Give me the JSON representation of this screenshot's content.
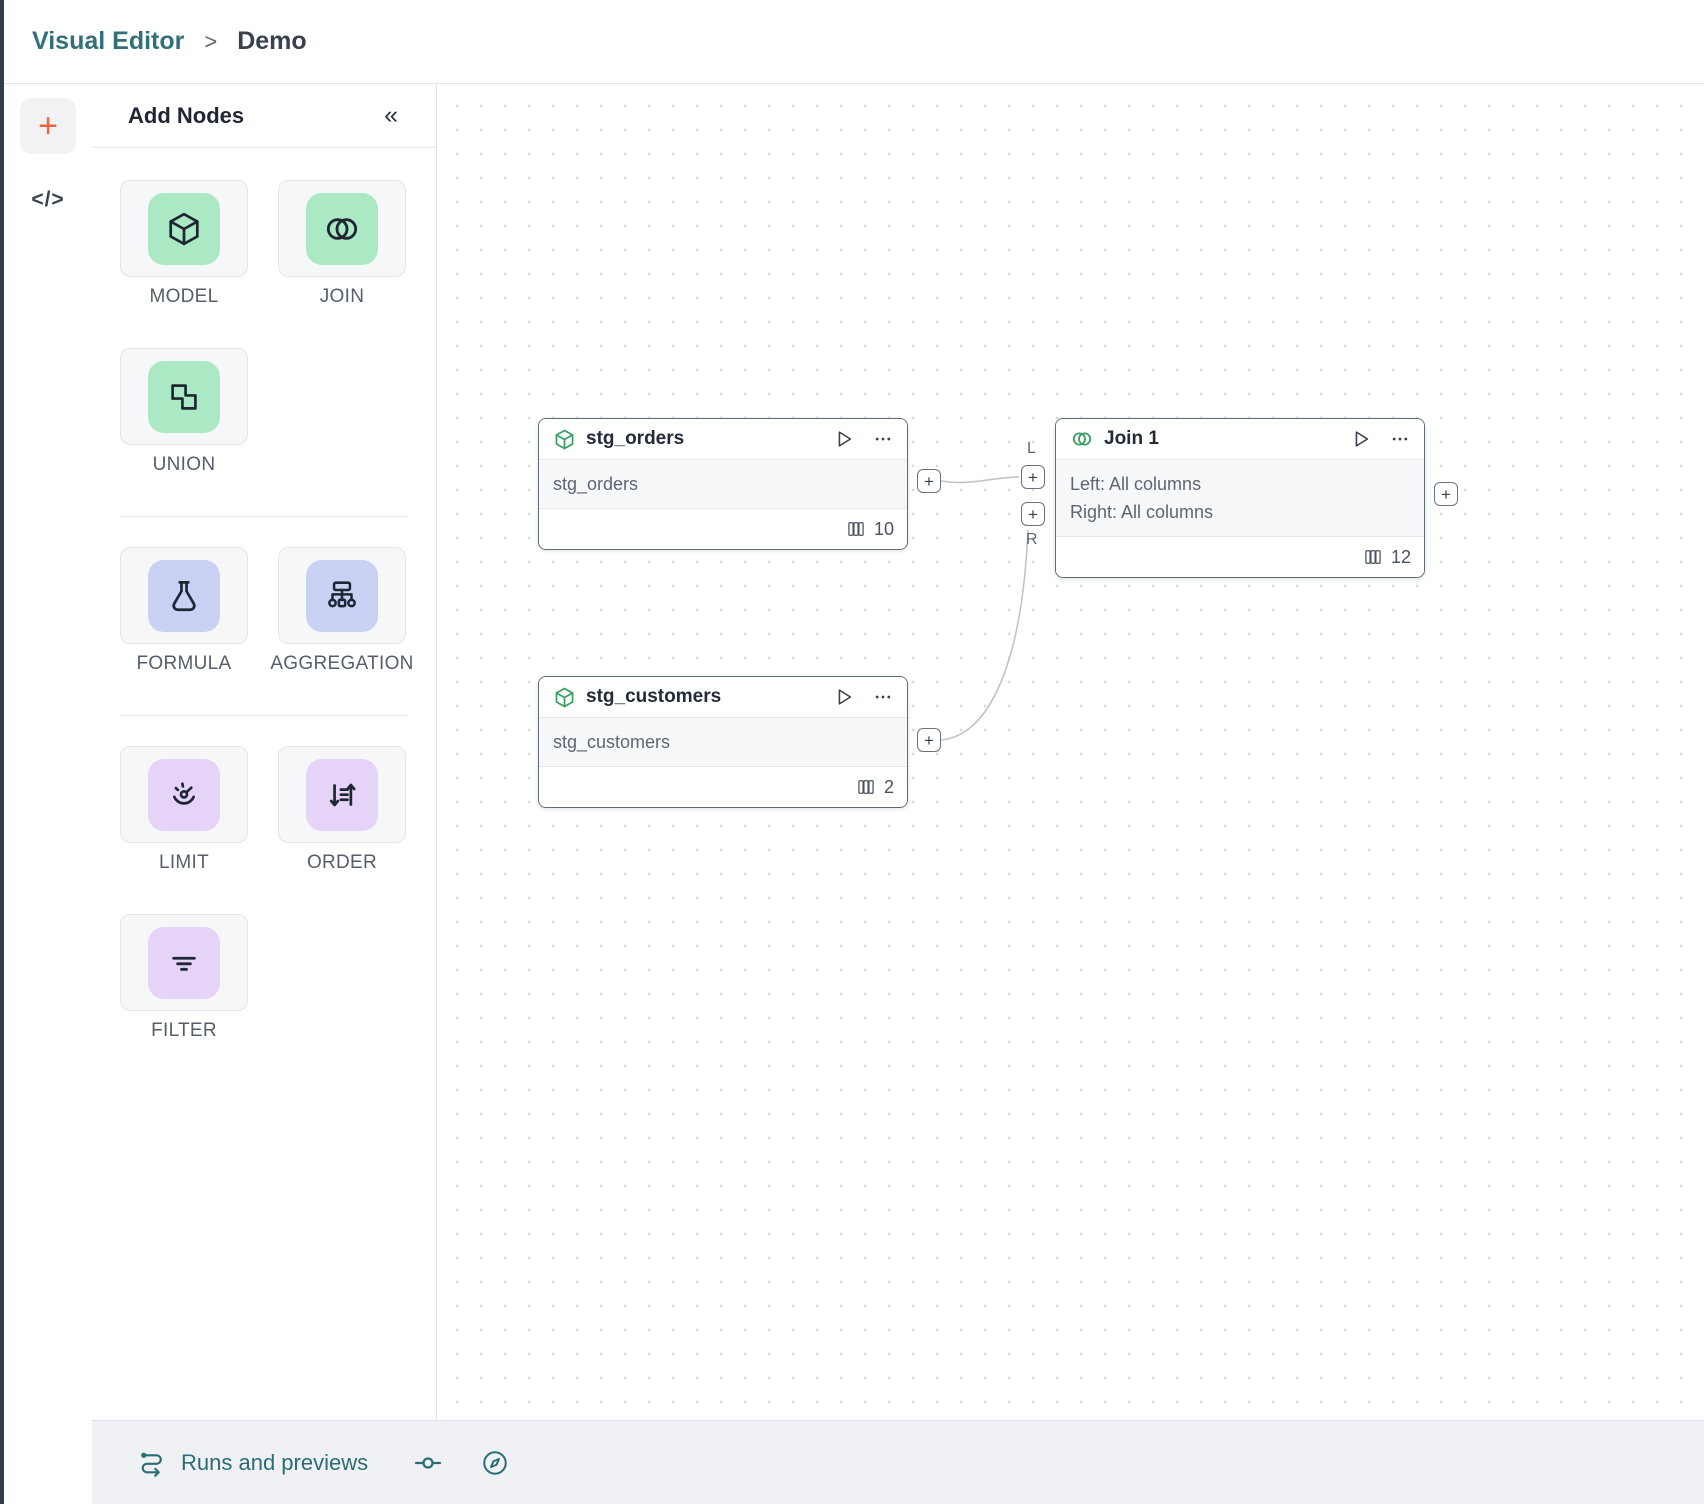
{
  "breadcrumb": {
    "section": "Visual Editor",
    "separator": ">",
    "page": "Demo"
  },
  "rail": {
    "add_label": "+",
    "code_label": "</>"
  },
  "panel": {
    "title": "Add Nodes",
    "collapse_icon": "«",
    "groups": [
      {
        "items": [
          {
            "label": "MODEL"
          },
          {
            "label": "JOIN"
          },
          {
            "label": "UNION"
          }
        ]
      },
      {
        "items": [
          {
            "label": "FORMULA"
          },
          {
            "label": "AGGREGATION"
          }
        ]
      },
      {
        "items": [
          {
            "label": "LIMIT"
          },
          {
            "label": "ORDER"
          },
          {
            "label": "FILTER"
          }
        ]
      }
    ]
  },
  "canvas": {
    "nodes": {
      "stg_orders": {
        "title": "stg_orders",
        "source": "stg_orders",
        "column_count": "10"
      },
      "stg_customers": {
        "title": "stg_customers",
        "source": "stg_customers",
        "column_count": "2"
      },
      "join_1": {
        "title": "Join 1",
        "left_line": "Left: All columns",
        "right_line": "Right: All columns",
        "column_count": "12"
      }
    },
    "ports": {
      "left_label": "L",
      "right_label": "R",
      "plus": "+"
    }
  },
  "bottom_bar": {
    "runs_label": "Runs and previews"
  },
  "colors": {
    "brand_teal": "#31707b",
    "accent_orange": "#f0653f",
    "node_icon_green": "#3a9f63",
    "tile_mint": "#abe9c5",
    "tile_lavender": "#c9d1f5",
    "tile_purple": "#e5d4f8",
    "node_border": "#5f6b7a",
    "canvas_dot": "#d6dade"
  }
}
